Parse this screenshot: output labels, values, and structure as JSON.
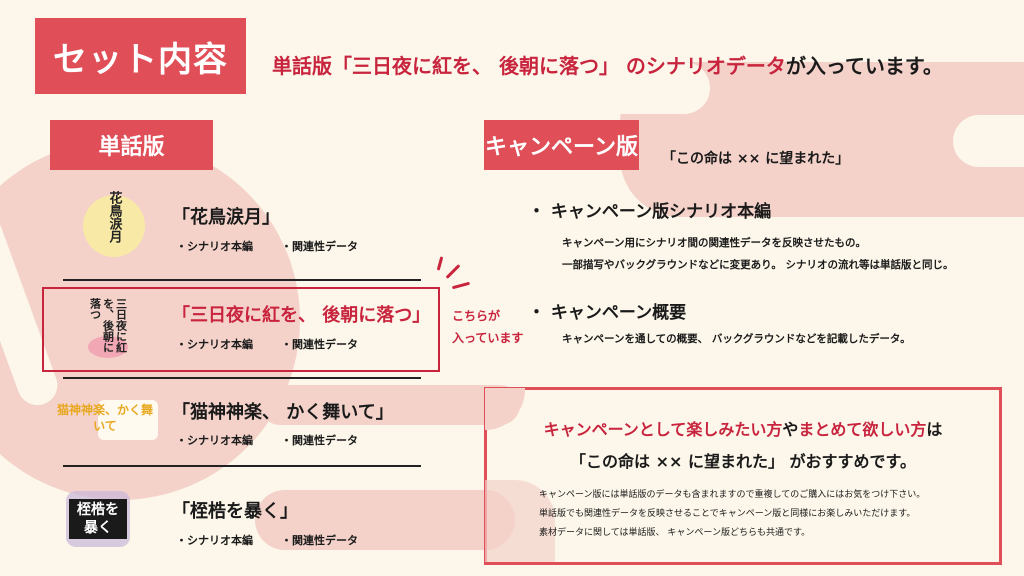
{
  "header": {
    "title": "セット内容",
    "headline_red": "単話版「三日夜に紅を、 後朝に落つ」 のシナリオデータ",
    "headline_black": "が入っています。"
  },
  "single": {
    "label": "単話版",
    "scenarios": [
      {
        "title": "「花鳥涙月」",
        "items": [
          "・シナリオ本編",
          "・関連性データ"
        ],
        "cover": "花鳥涙月",
        "highlighted": false
      },
      {
        "title": "「三日夜に紅を、 後朝に落つ」",
        "items": [
          "・シナリオ本編",
          "・関連性データ"
        ],
        "cover": "三日夜に紅を、後朝に落つ",
        "highlighted": true
      },
      {
        "title": "「猫神神楽、 かく舞いて」",
        "items": [
          "・シナリオ本編",
          "・関連性データ"
        ],
        "cover": "猫神神楽、かく舞いて",
        "highlighted": false
      },
      {
        "title": "「桎梏を暴く」",
        "items": [
          "・シナリオ本編",
          "・関連性データ"
        ],
        "cover": "桎梏を暴く",
        "highlighted": false
      }
    ],
    "here_note": [
      "こちらが",
      "入っています"
    ]
  },
  "campaign": {
    "label": "キャンペーン版",
    "title": "「この命は ×× に望まれた」",
    "sections": [
      {
        "heading": "・ キャンペーン版シナリオ本編",
        "lines": [
          "キャンペーン用にシナリオ間の関連性データを反映させたもの。",
          "一部描写やバックグラウンドなどに変更あり。 シナリオの流れ等は単話版と同じ。"
        ]
      },
      {
        "heading": "・ キャンペーン概要",
        "lines": [
          "キャンペーンを通しての概要、 バックグラウンドなどを記載したデータ。"
        ]
      }
    ]
  },
  "recommend": {
    "line1_red_a": "キャンペーンとして楽しみたい方",
    "line1_black_a": "や",
    "line1_red_b": "まとめて欲しい方",
    "line1_black_b": "は",
    "line2": "「この命は ×× に望まれた」 がおすすめです。",
    "notes": [
      "キャンペーン版には単話版のデータも含まれますので重複してのご購入にはお気をつけ下さい。",
      "単話版でも関連性データを反映させることでキャンペーン版と同様にお楽しみいただけます。",
      "素材データに関しては単話版、 キャンペーン版どちらも共通です。"
    ]
  },
  "colors": {
    "accent": "#e04f58",
    "text_red": "#c8243e",
    "background": "#fcf7ea",
    "pattern": "#f4d2ca"
  }
}
